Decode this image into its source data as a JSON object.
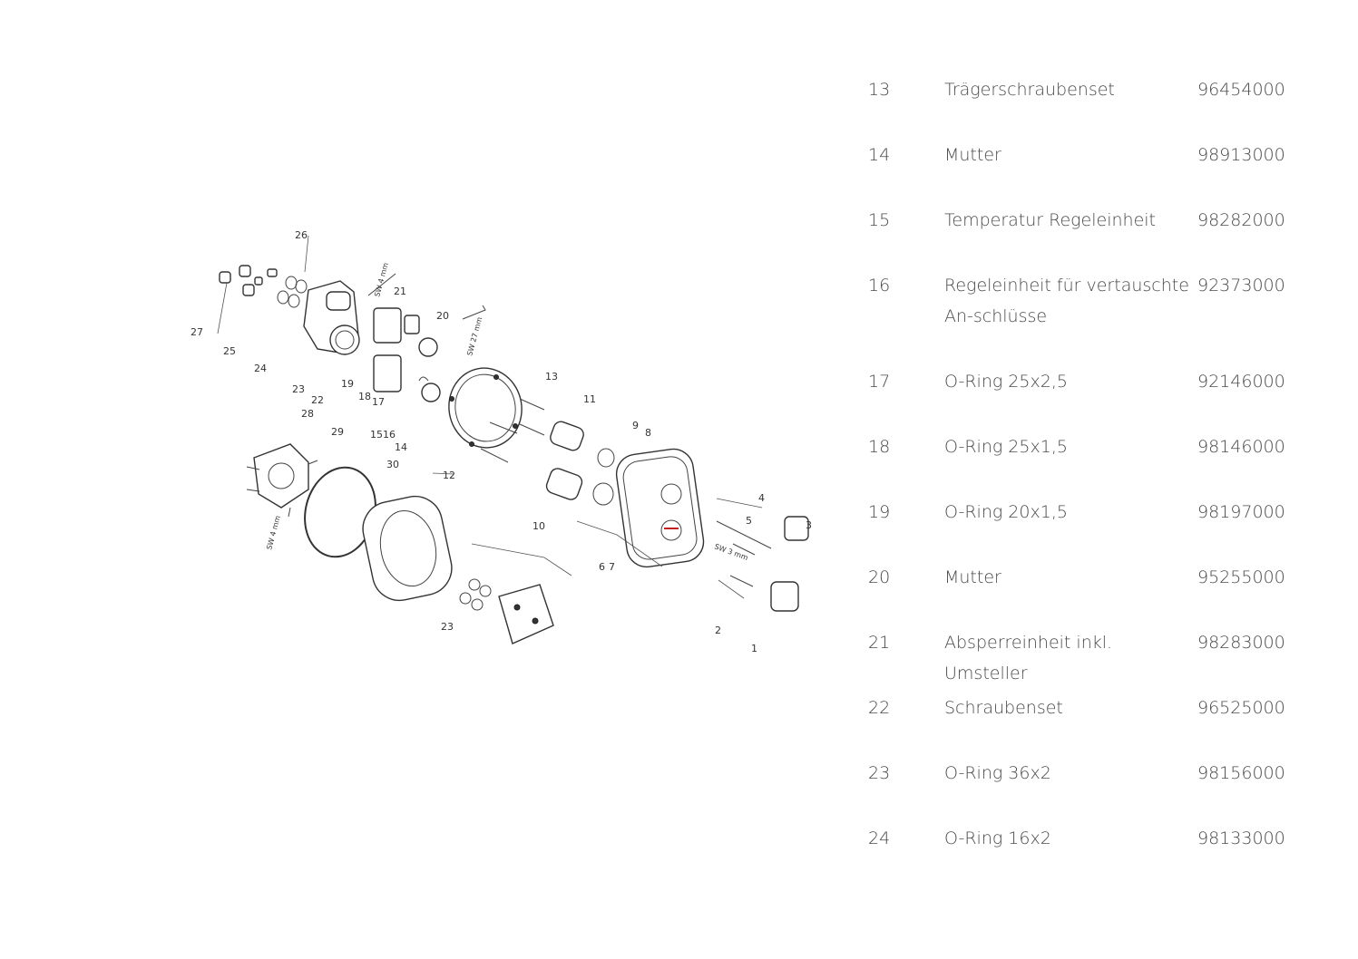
{
  "diagram": {
    "callouts": [
      "1",
      "2",
      "3",
      "4",
      "5",
      "6",
      "7",
      "8",
      "9",
      "10",
      "11",
      "12",
      "13",
      "14",
      "15",
      "16",
      "17",
      "18",
      "19",
      "20",
      "21",
      "22",
      "23",
      "23",
      "24",
      "25",
      "26",
      "27",
      "28",
      "29",
      "30"
    ],
    "tool_labels": [
      "SW 4 mm",
      "SW 27 mm",
      "SW 4 mm",
      "SW 3 mm"
    ]
  },
  "parts": [
    {
      "num": "13",
      "name": "Trägerschraubenset",
      "code": "96454000"
    },
    {
      "num": "14",
      "name": "Mutter",
      "code": "98913000"
    },
    {
      "num": "15",
      "name": "Temperatur Regeleinheit",
      "code": "98282000"
    },
    {
      "num": "16",
      "name": "Regeleinheit für vertauschte An-schlüsse",
      "code": "92373000"
    },
    {
      "num": "17",
      "name": "O-Ring 25x2,5",
      "code": "92146000"
    },
    {
      "num": "18",
      "name": "O-Ring 25x1,5",
      "code": "98146000"
    },
    {
      "num": "19",
      "name": "O-Ring 20x1,5",
      "code": "98197000"
    },
    {
      "num": "20",
      "name": "Mutter",
      "code": "95255000"
    },
    {
      "num": "21",
      "name": "Absperreinheit inkl. Umsteller",
      "code": "98283000"
    },
    {
      "num": "22",
      "name": "Schraubenset",
      "code": "96525000"
    },
    {
      "num": "23",
      "name": "O-Ring 36x2",
      "code": "98156000"
    },
    {
      "num": "24",
      "name": "O-Ring 16x2",
      "code": "98133000"
    }
  ]
}
